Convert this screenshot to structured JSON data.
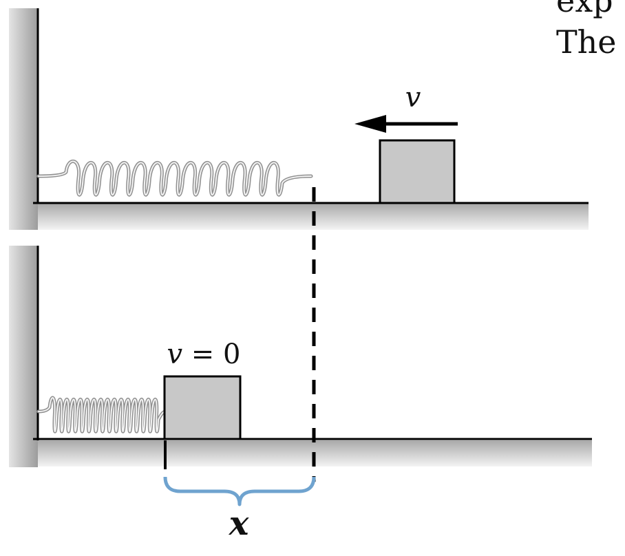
{
  "top_right_text": {
    "line1": "exp",
    "line2": "The"
  },
  "labels": {
    "velocity": "v",
    "velocity_zero_var": "v",
    "velocity_zero_rest": " = 0",
    "compression": "x"
  },
  "colors": {
    "block_fill": "#c8c8c8",
    "wall_shade": "#a8a8a8",
    "floor_shade": "#bfbfbf",
    "spring": "#9a9a9a",
    "brace": "#6fa3cf",
    "ink": "#000000"
  }
}
